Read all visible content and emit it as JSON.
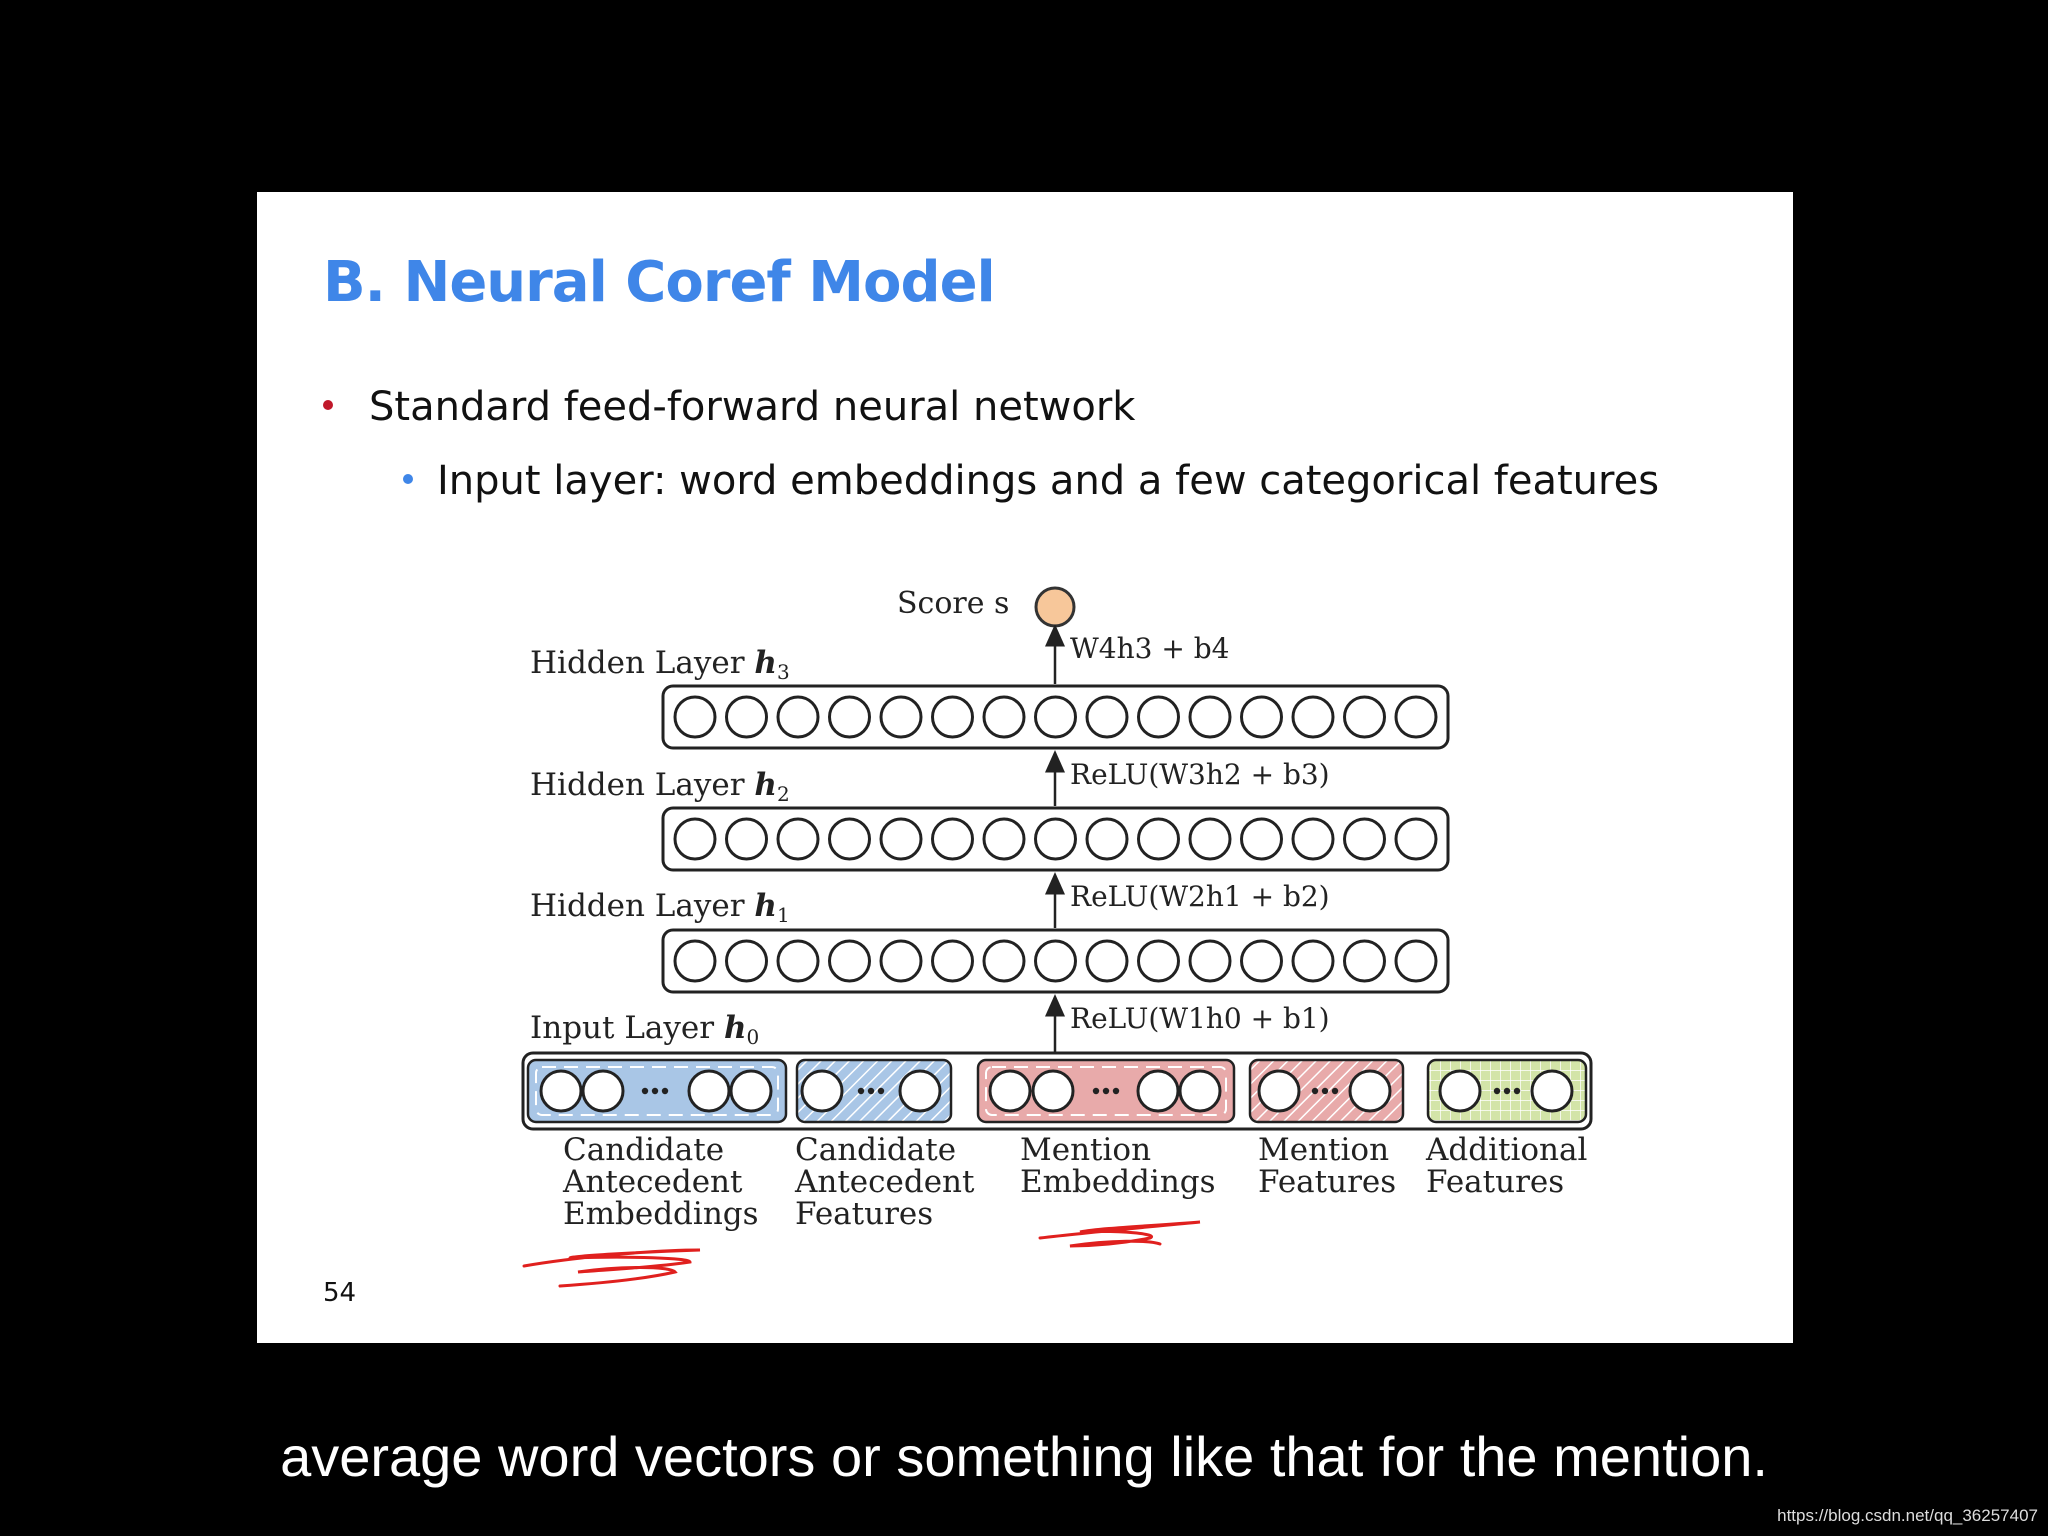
{
  "slide": {
    "title": "B. Neural Coref Model",
    "bullets": [
      "Standard feed-forward neural network",
      "Input layer: word embeddings and a few categorical features"
    ],
    "page_number": "54"
  },
  "diagram": {
    "score_label": "Score s",
    "layers": [
      {
        "name": "Hidden Layer h3",
        "label": "Hidden Layer ",
        "var": "h",
        "sub": "3",
        "units": 15
      },
      {
        "name": "Hidden Layer h2",
        "label": "Hidden Layer ",
        "var": "h",
        "sub": "2",
        "units": 15
      },
      {
        "name": "Hidden Layer h1",
        "label": "Hidden Layer ",
        "var": "h",
        "sub": "1",
        "units": 15
      }
    ],
    "input_layer": {
      "label": "Input Layer ",
      "var": "h",
      "sub": "0"
    },
    "transforms": [
      {
        "text": "W4h3 + b4"
      },
      {
        "text": "ReLU(W3h2 + b3)"
      },
      {
        "text": "ReLU(W2h1 + b2)"
      },
      {
        "text": "ReLU(W1h0 + b1)"
      }
    ],
    "input_groups": [
      {
        "name": "Candidate Antecedent Embeddings",
        "lines": [
          "Candidate",
          "Antecedent",
          "Embeddings"
        ],
        "color": "#a9c6e6",
        "pattern": "dashed",
        "underlined": true
      },
      {
        "name": "Candidate Antecedent Features",
        "lines": [
          "Candidate",
          "Antecedent",
          "Features"
        ],
        "color": "#a9c6e6",
        "pattern": "hatch"
      },
      {
        "name": "Mention Embeddings",
        "lines": [
          "Mention",
          "Embeddings"
        ],
        "color": "#e8aaaa",
        "pattern": "dashed",
        "underlined": true
      },
      {
        "name": "Mention Features",
        "lines": [
          "Mention",
          "Features"
        ],
        "color": "#e8aaaa",
        "pattern": "hatch"
      },
      {
        "name": "Additional Features",
        "lines": [
          "Additional",
          "Features"
        ],
        "color": "#d3e4a8",
        "pattern": "grid"
      }
    ],
    "colors": {
      "score_node": "#f7c79a",
      "annotation": "#e0201e"
    }
  },
  "subtitle_caption": "average word vectors or something like that for the mention.",
  "watermark": "https://blog.csdn.net/qq_36257407"
}
